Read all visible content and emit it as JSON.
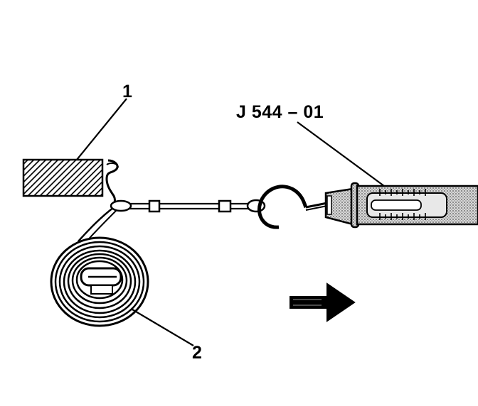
{
  "callouts": {
    "item_1": "1",
    "item_2": "2",
    "tool": "J 544 – 01"
  },
  "icons": {
    "block": "hatched-block-icon",
    "spring": "coiled-spring-icon",
    "scale": "spring-scale-icon",
    "arrow": "direction-arrow-icon"
  },
  "colors": {
    "ink": "#000000",
    "background": "#ffffff",
    "stipple": "#9a9a9a"
  }
}
